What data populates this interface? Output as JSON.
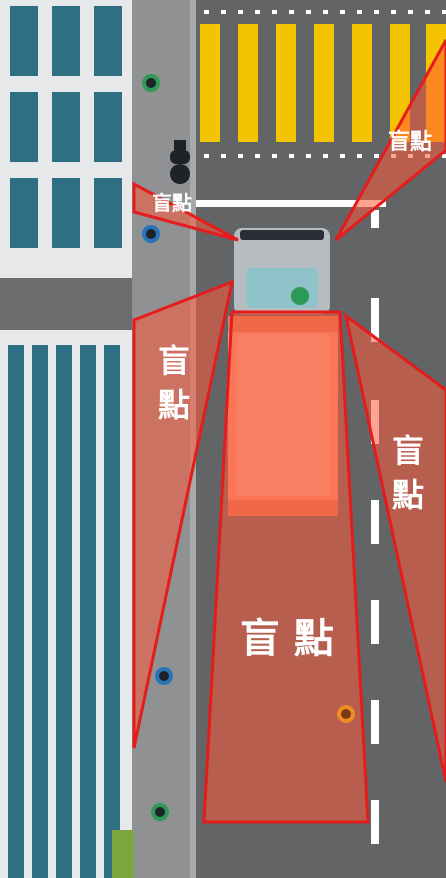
{
  "labels": {
    "crossing_blind_spot": "盲點",
    "left_side_blind_spot": "盲點",
    "left_side_blind_spot_large_top": "盲",
    "left_side_blind_spot_large_bottom": "點",
    "right_side_blind_spot_top": "盲",
    "right_side_blind_spot_bottom": "點",
    "rear_blind_spot": "盲 點"
  },
  "colors": {
    "road": "#636466",
    "sidewalk": "#8f9193",
    "building_frame": "#e6e8ea",
    "window": "#2e6f84",
    "crosswalk_stripe": "#f5c400",
    "blind_spot_fill": "#ff5a3a",
    "blind_spot_stroke": "#e41c1c",
    "truck_cab": "#b7bcc1",
    "truck_box": "#f59a79"
  },
  "icons": [
    "pedestrian-icon",
    "security-camera-icon",
    "truck-icon",
    "driver-icon"
  ]
}
